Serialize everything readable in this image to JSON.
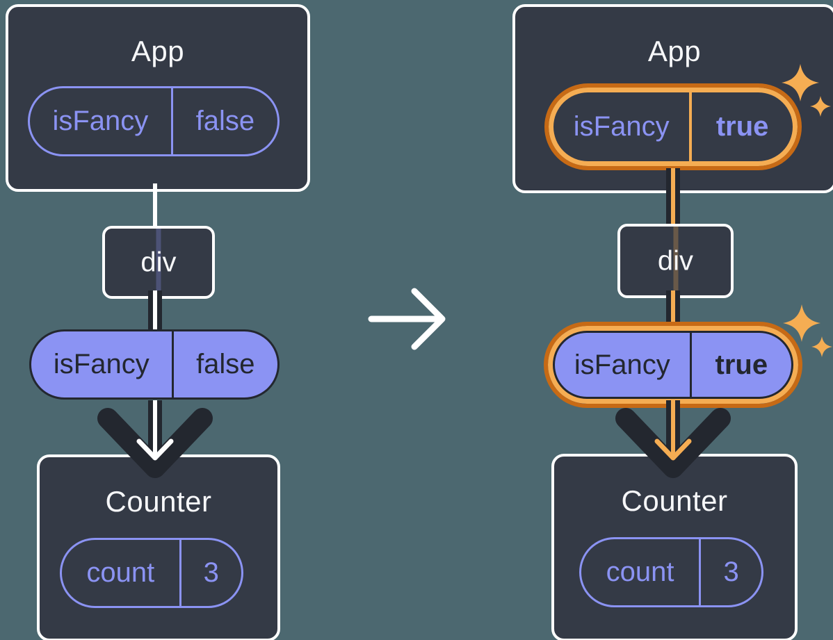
{
  "colors": {
    "background": "#4C6870",
    "card": "#343A46",
    "dark": "#23272F",
    "white": "#FFFFFF",
    "text_light": "#F6F7F9",
    "purple": "#8B93F3",
    "orange_dark": "#C76A15",
    "orange_light": "#F5AD53"
  },
  "icons": {
    "transition": "right-arrow-icon",
    "highlight": "sparkles-icon",
    "flow": "down-arrow-icon"
  },
  "before": {
    "app": {
      "title": "App",
      "prop": {
        "name": "isFancy",
        "value": "false"
      }
    },
    "div": {
      "label": "div"
    },
    "passed_prop": {
      "name": "isFancy",
      "value": "false"
    },
    "counter": {
      "title": "Counter",
      "state": {
        "name": "count",
        "value": "3"
      }
    }
  },
  "after": {
    "app": {
      "title": "App",
      "prop": {
        "name": "isFancy",
        "value": "true"
      }
    },
    "div": {
      "label": "div"
    },
    "passed_prop": {
      "name": "isFancy",
      "value": "true"
    },
    "counter": {
      "title": "Counter",
      "state": {
        "name": "count",
        "value": "3"
      }
    }
  }
}
